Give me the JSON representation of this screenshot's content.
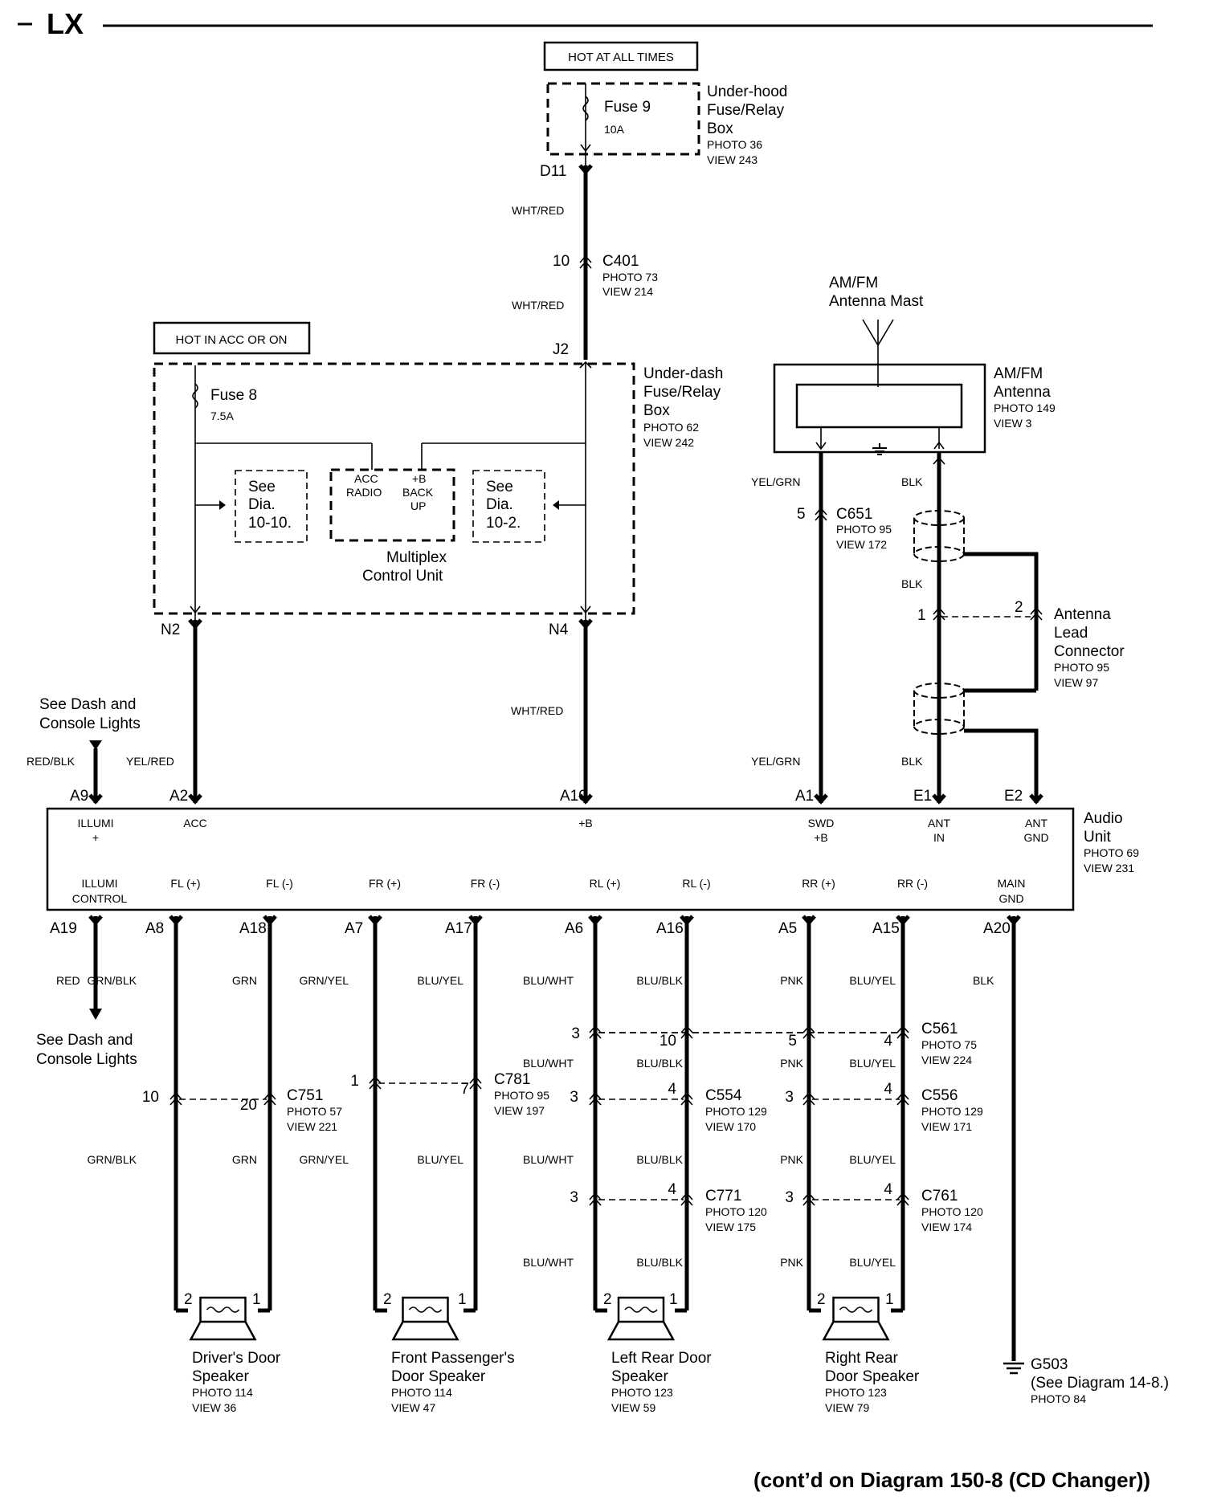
{
  "header": {
    "title": "LX"
  },
  "footer": {
    "text": "(cont’d on Diagram 150-8 (CD Changer))"
  },
  "hot_labels": {
    "all_times": "HOT AT ALL TIMES",
    "acc_on": "HOT IN ACC OR ON"
  },
  "underhood": {
    "name1": "Under-hood",
    "name2": "Fuse/Relay",
    "name3": "Box",
    "photo": "PHOTO 36",
    "view": "VIEW 243",
    "fuse": "Fuse 9",
    "amp": "10A",
    "terminal": "D11"
  },
  "c401": {
    "name": "C401",
    "pin": "10",
    "photo": "PHOTO 73",
    "view": "VIEW 214"
  },
  "underdash": {
    "name1": "Under-dash",
    "name2": "Fuse/Relay",
    "name3": "Box",
    "photo": "PHOTO 62",
    "view": "VIEW 242",
    "fuse": "Fuse 8",
    "amp": "7.5A",
    "terminal_in": "J2",
    "terminal_n2": "N2",
    "terminal_n4": "N4"
  },
  "mcu": {
    "name1": "Multiplex",
    "name2": "Control Unit",
    "acc1": "ACC",
    "acc2": "RADIO",
    "b1": "+B",
    "b2": "BACK",
    "b3": "UP"
  },
  "see_left": {
    "l1": "See",
    "l2": "Dia.",
    "l3": "10-10."
  },
  "see_right": {
    "l1": "See",
    "l2": "Dia.",
    "l3": "10-2."
  },
  "dash_lights": {
    "l1": "See Dash and",
    "l2": "Console Lights"
  },
  "antenna": {
    "mast1": "AM/FM",
    "mast2": "Antenna Mast",
    "name1": "AM/FM",
    "name2": "Antenna",
    "photo": "PHOTO 149",
    "view": "VIEW 3"
  },
  "c651": {
    "name": "C651",
    "pin": "5",
    "photo": "PHOTO 95",
    "view": "VIEW 172"
  },
  "lead": {
    "name1": "Antenna",
    "name2": "Lead",
    "name3": "Connector",
    "photo": "PHOTO 95",
    "view": "VIEW 97",
    "pin1": "1",
    "pin2": "2"
  },
  "audio": {
    "name1": "Audio",
    "name2": "Unit",
    "photo": "PHOTO 69",
    "view": "VIEW 231",
    "top_pins": [
      "A9",
      "A2",
      "A10",
      "A1",
      "E1",
      "E2"
    ],
    "top_labels": [
      [
        "ILLUMI",
        "+"
      ],
      [
        "ACC",
        ""
      ],
      [
        "+B",
        ""
      ],
      [
        "SWD",
        "+B"
      ],
      [
        "ANT",
        "IN"
      ],
      [
        "ANT",
        "GND"
      ]
    ],
    "bottom_pins": [
      "A19",
      "A8",
      "A18",
      "A7",
      "A17",
      "A6",
      "A16",
      "A5",
      "A15",
      "A20"
    ],
    "bottom_labels": [
      [
        "ILLUMI",
        "CONTROL"
      ],
      [
        "FL (+)",
        ""
      ],
      [
        "FL (-)",
        ""
      ],
      [
        "FR (+)",
        ""
      ],
      [
        "FR (-)",
        ""
      ],
      [
        "RL (+)",
        ""
      ],
      [
        "RL (-)",
        ""
      ],
      [
        "RR (+)",
        ""
      ],
      [
        "RR (-)",
        ""
      ],
      [
        "MAIN",
        "GND"
      ]
    ]
  },
  "wire_colors": {
    "wht_red": "WHT/RED",
    "red_blk": "RED/BLK",
    "yel_red": "YEL/RED",
    "yel_grn": "YEL/GRN",
    "blk": "BLK",
    "red": "RED",
    "grn_blk": "GRN/BLK",
    "grn": "GRN",
    "grn_yel": "GRN/YEL",
    "blu_yel": "BLU/YEL",
    "blu_wht": "BLU/WHT",
    "blu_blk": "BLU/BLK",
    "pnk": "PNK"
  },
  "connectors": {
    "c561": {
      "name": "C561",
      "photo": "PHOTO 75",
      "view": "VIEW 224",
      "pins": [
        "3",
        "10",
        "5",
        "4"
      ]
    },
    "c751": {
      "name": "C751",
      "photo": "PHOTO 57",
      "view": "VIEW 221",
      "pins": [
        "10",
        "20"
      ]
    },
    "c781": {
      "name": "C781",
      "photo": "PHOTO 95",
      "view": "VIEW 197",
      "pins": [
        "1",
        "7"
      ]
    },
    "c554": {
      "name": "C554",
      "photo": "PHOTO 129",
      "view": "VIEW 170",
      "pins": [
        "3",
        "4"
      ]
    },
    "c556": {
      "name": "C556",
      "photo": "PHOTO 129",
      "view": "VIEW 171",
      "pins": [
        "3",
        "4"
      ]
    },
    "c771": {
      "name": "C771",
      "photo": "PHOTO 120",
      "view": "VIEW 175",
      "pins": [
        "3",
        "4"
      ]
    },
    "c761": {
      "name": "C761",
      "photo": "PHOTO 120",
      "view": "VIEW 174",
      "pins": [
        "3",
        "4"
      ]
    }
  },
  "speakers": [
    {
      "name1": "Driver's Door",
      "name2": "Speaker",
      "photo": "PHOTO 114",
      "view": "VIEW 36",
      "pin_left": "2",
      "pin_right": "1"
    },
    {
      "name1": "Front Passenger's",
      "name2": "Door Speaker",
      "photo": "PHOTO 114",
      "view": "VIEW 47",
      "pin_left": "2",
      "pin_right": "1"
    },
    {
      "name1": "Left Rear Door",
      "name2": "Speaker",
      "photo": "PHOTO 123",
      "view": "VIEW 59",
      "pin_left": "2",
      "pin_right": "1"
    },
    {
      "name1": "Right Rear",
      "name2": "Door Speaker",
      "photo": "PHOTO 123",
      "view": "VIEW 79",
      "pin_left": "2",
      "pin_right": "1"
    }
  ],
  "ground": {
    "name": "G503",
    "note": "(See Diagram 14-8.)",
    "photo": "PHOTO 84"
  }
}
